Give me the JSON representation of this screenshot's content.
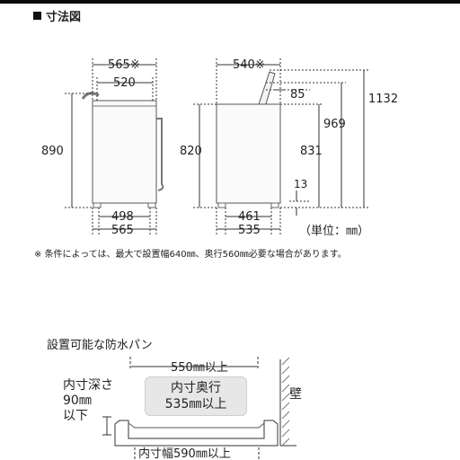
{
  "section_title": "寸法図",
  "front": {
    "w_top": "565※",
    "w_body": "520",
    "height": "890",
    "w_inner": "498",
    "w_bottom": "565"
  },
  "side": {
    "depth_top": "540※",
    "lid": "85",
    "h_total": "1132",
    "h_open": "969",
    "h_body": "820",
    "h_inlet": "831",
    "foot": "13",
    "d_inner": "461",
    "d_bottom": "535"
  },
  "unit_label": "（単位：㎜）",
  "footnote": "※ 条件によっては、最大で設置幅640㎜、奥行560㎜必要な場合があります。",
  "pan": {
    "title": "設置可能な防水パン",
    "width_top": "550㎜以上",
    "inner_depth_line1": "内寸奥行",
    "inner_depth_line2": "535㎜以上",
    "depth_line1": "内寸深さ",
    "depth_line2": "90㎜",
    "depth_line3": "以下",
    "wall": "壁",
    "inner_width": "内寸幅590㎜以上"
  }
}
